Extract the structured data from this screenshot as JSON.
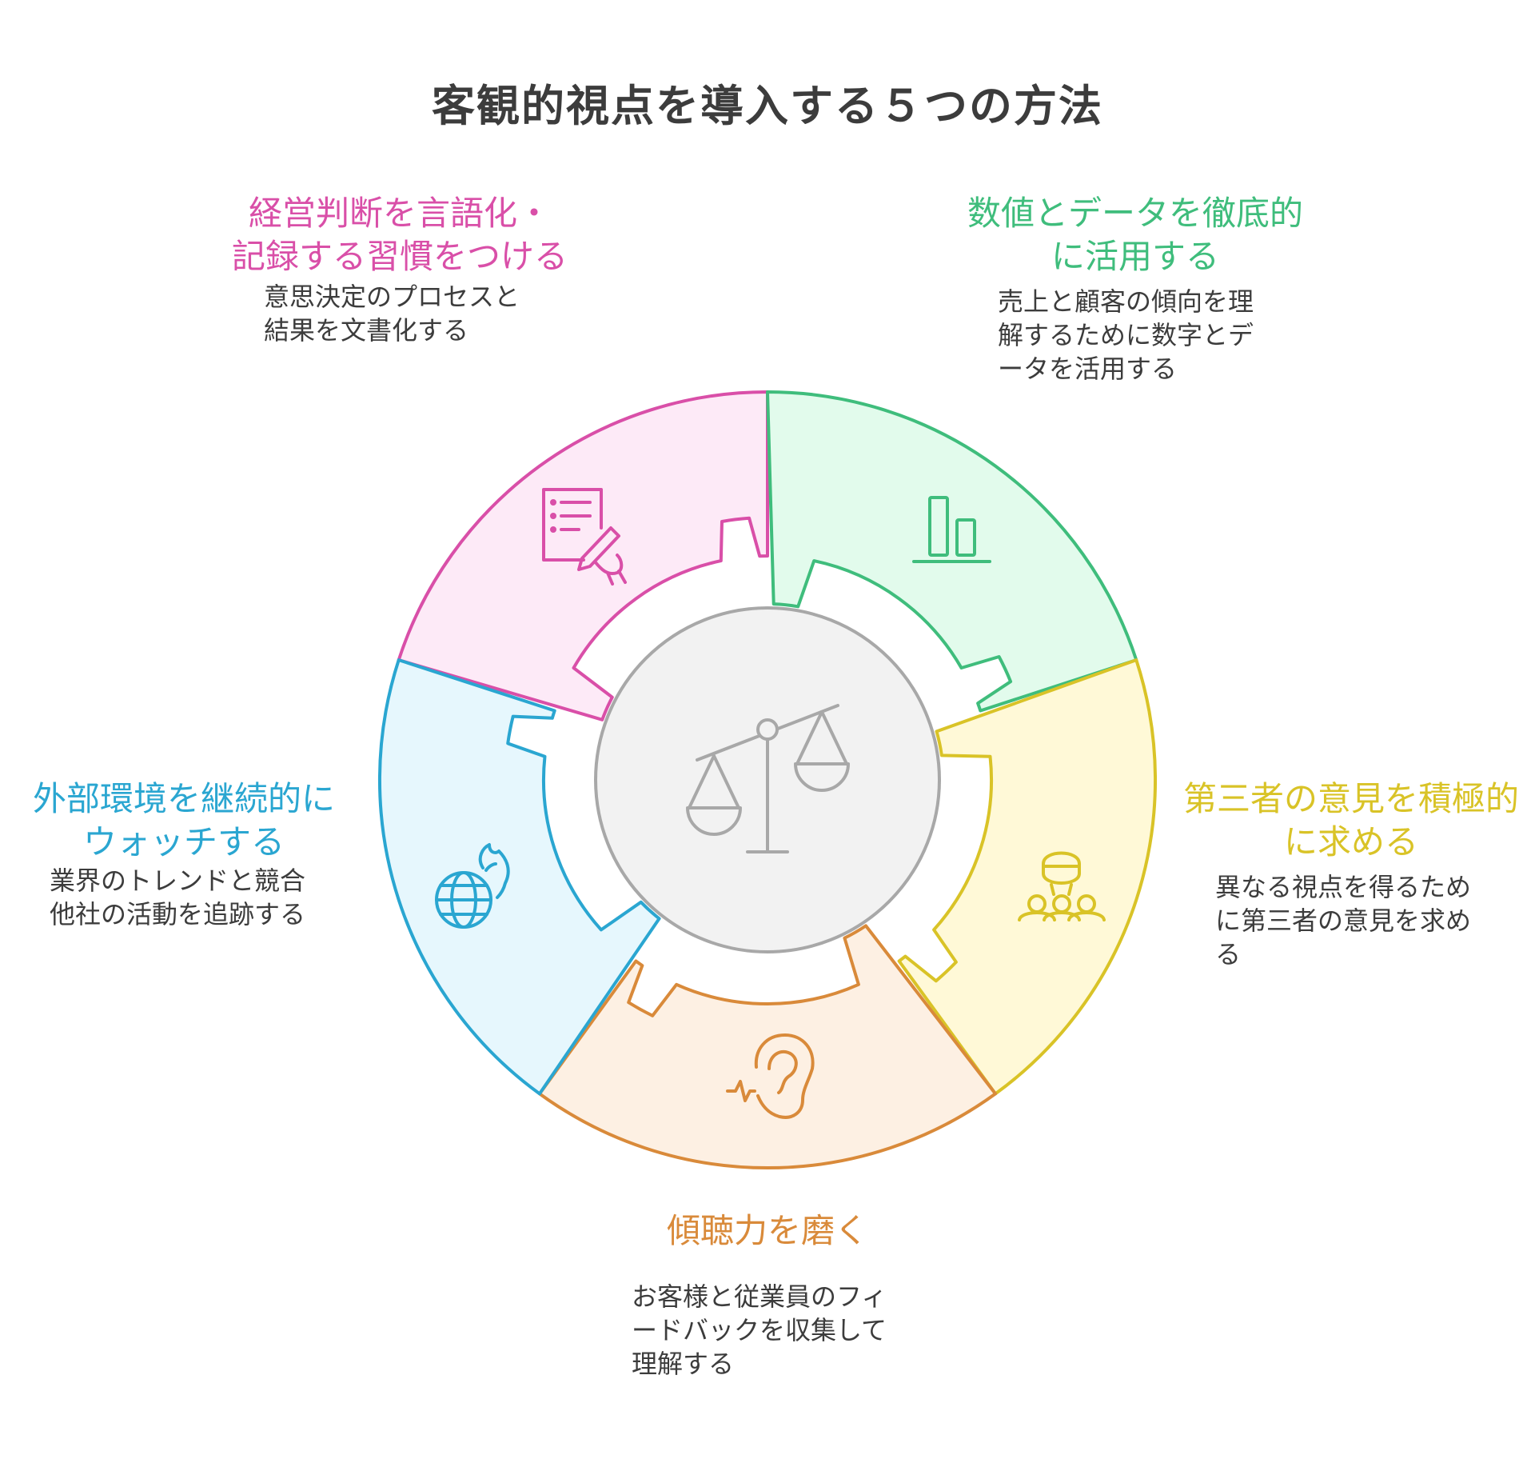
{
  "title": "客観的視点を導入する５つの方法",
  "colors": {
    "pink": "#d94fa8",
    "pink_fill": "#fdeaf7",
    "green": "#3fbd7c",
    "green_fill": "#e2fbec",
    "yellow": "#d9c327",
    "yellow_fill": "#fff9d7",
    "orange": "#d98a3a",
    "orange_fill": "#fdf0e3",
    "blue": "#2aa6d1",
    "blue_fill": "#e6f7fd",
    "center_stroke": "#a8a8a8",
    "center_fill": "#f2f2f2"
  },
  "center": {
    "icon": "balance-scale-icon"
  },
  "segments": [
    {
      "id": "record",
      "icon": "document-pen-icon",
      "heading_line1": "経営判断を言語化・",
      "heading_line2": "記録する習慣をつける",
      "desc_line1": "意思決定のプロセスと",
      "desc_line2": "結果を文書化する"
    },
    {
      "id": "data",
      "icon": "bar-chart-icon",
      "heading_line1": "数値とデータを徹底的",
      "heading_line2": "に活用する",
      "desc_line1": "売上と顧客の傾向を理",
      "desc_line2": "解するために数字とデ",
      "desc_line3": "ータを活用する"
    },
    {
      "id": "third-party",
      "icon": "group-people-icon",
      "heading_line1": "第三者の意見を積極的",
      "heading_line2": "に求める",
      "desc_line1": "異なる視点を得るため",
      "desc_line2": "に第三者の意見を求め",
      "desc_line3": "る"
    },
    {
      "id": "listen",
      "icon": "ear-icon",
      "heading_line1": "傾聴力を磨く",
      "desc_line1": "お客様と従業員のフィ",
      "desc_line2": "ードバックを収集して",
      "desc_line3": "理解する"
    },
    {
      "id": "external",
      "icon": "globe-fire-icon",
      "heading_line1": "外部環境を継続的に",
      "heading_line2": "ウォッチする",
      "desc_line1": "業界のトレンドと競合",
      "desc_line2": "他社の活動を追跡する"
    }
  ]
}
